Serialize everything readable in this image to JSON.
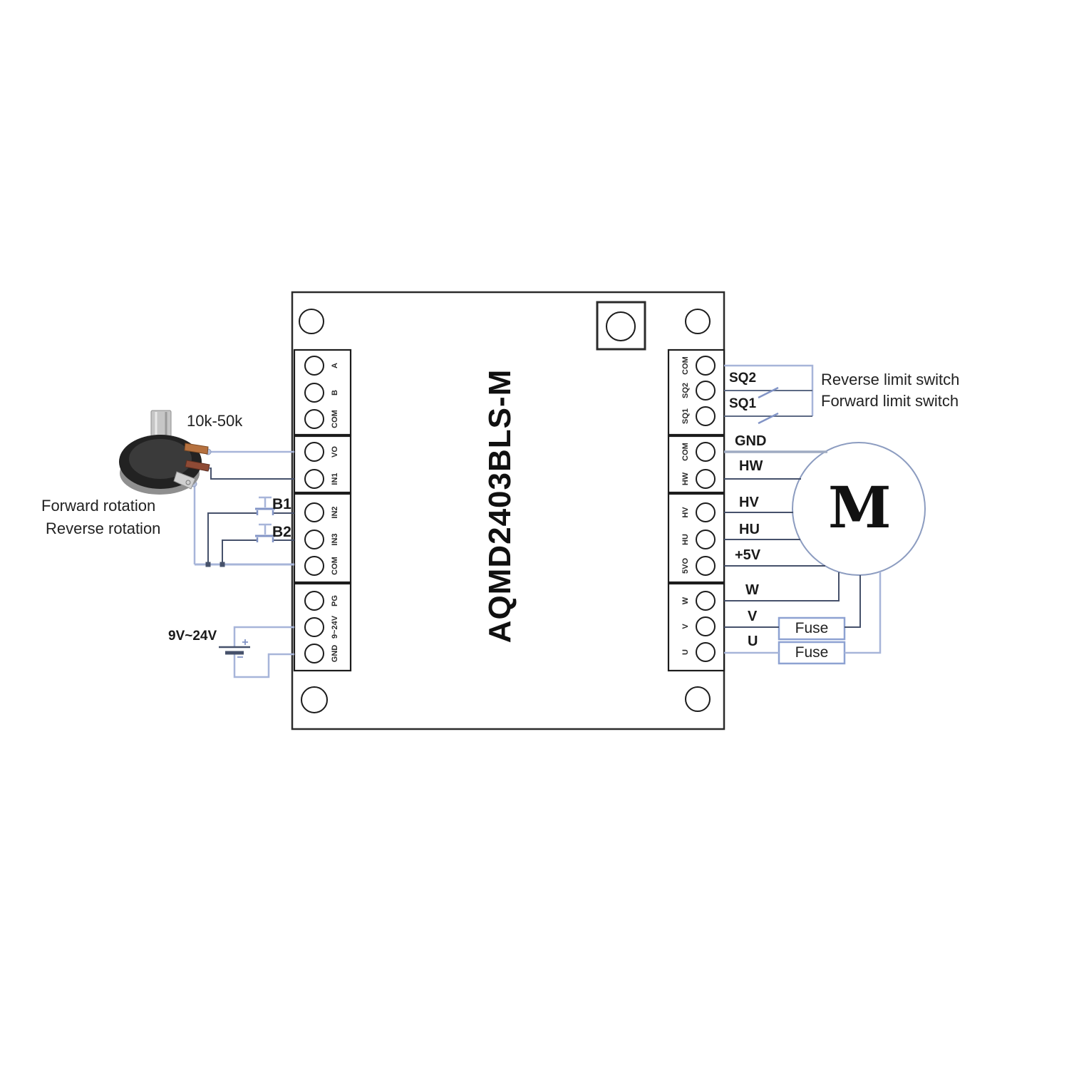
{
  "diagram": {
    "board": {
      "title": "AQMD2403BLS-M",
      "left_pins": [
        "A",
        "B",
        "COM",
        "VO",
        "IN1",
        "IN2",
        "IN3",
        "COM",
        "PG",
        "9~24V",
        "GND"
      ],
      "right_pins": [
        "COM",
        "SQ2",
        "SQ1",
        "COM",
        "HW",
        "HV",
        "HU",
        "5VO",
        "W",
        "V",
        "U"
      ]
    },
    "left_side": {
      "pot_value": "10k-50k",
      "forward_rotation": "Forward rotation",
      "reverse_rotation": "Reverse rotation",
      "button1": "B1",
      "button2": "B2",
      "supply_voltage": "9V~24V"
    },
    "right_side": {
      "sq2": "SQ2",
      "sq1": "SQ1",
      "reverse_limit": "Reverse limit switch",
      "forward_limit": "Forward limit switch",
      "gnd": "GND",
      "hw": "HW",
      "hv": "HV",
      "hu": "HU",
      "plus5v": "+5V",
      "w": "W",
      "v": "V",
      "u": "U",
      "fuse1": "Fuse",
      "fuse2": "Fuse",
      "motor_symbol": "M"
    },
    "colors": {
      "wire_light": "#a7b5d9",
      "wire_dark": "#46516b",
      "wire_medium": "#8294c6",
      "wire_gnd": "#9fabc2",
      "sq_wire": "#5d6a84",
      "outline": "#2b2b2b",
      "motor_outline": "#8c9cc0",
      "fuse_outline": "#8ea2d2"
    }
  }
}
